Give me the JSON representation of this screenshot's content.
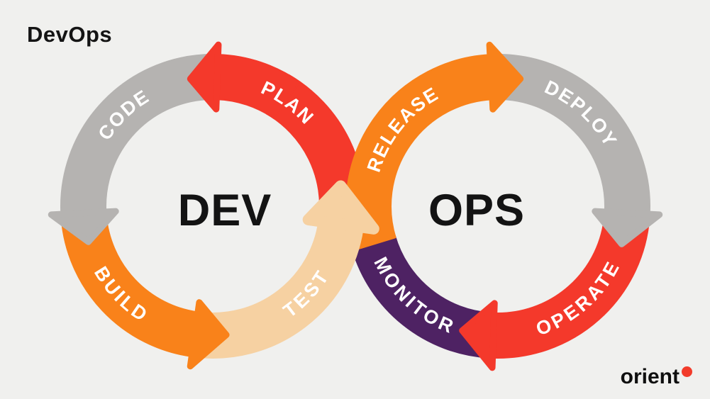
{
  "title": "DevOps",
  "diagram": {
    "left_loop": {
      "center_label": "DEV",
      "flow": "counter-clockwise",
      "segments": [
        {
          "name": "plan",
          "label": "PLAN",
          "color": "#f4392b"
        },
        {
          "name": "code",
          "label": "CODE",
          "color": "#b5b3b1"
        },
        {
          "name": "build",
          "label": "BUILD",
          "color": "#f9821a"
        },
        {
          "name": "test",
          "label": "TEST",
          "color": "#f6d1a2"
        }
      ]
    },
    "right_loop": {
      "center_label": "OPS",
      "flow": "clockwise",
      "segments": [
        {
          "name": "release",
          "label": "RELEASE",
          "color": "#f9821a"
        },
        {
          "name": "deploy",
          "label": "DEPLOY",
          "color": "#b5b3b1"
        },
        {
          "name": "operate",
          "label": "OPERATE",
          "color": "#f4392b"
        },
        {
          "name": "monitor",
          "label": "MONITOR",
          "color": "#4e2263"
        }
      ]
    }
  },
  "logo": {
    "text": "orient",
    "dot_color": "#f23b2a"
  },
  "colors": {
    "background": "#f0f0ee",
    "segment_label_text": "#ffffff",
    "heading_text": "#141414"
  }
}
